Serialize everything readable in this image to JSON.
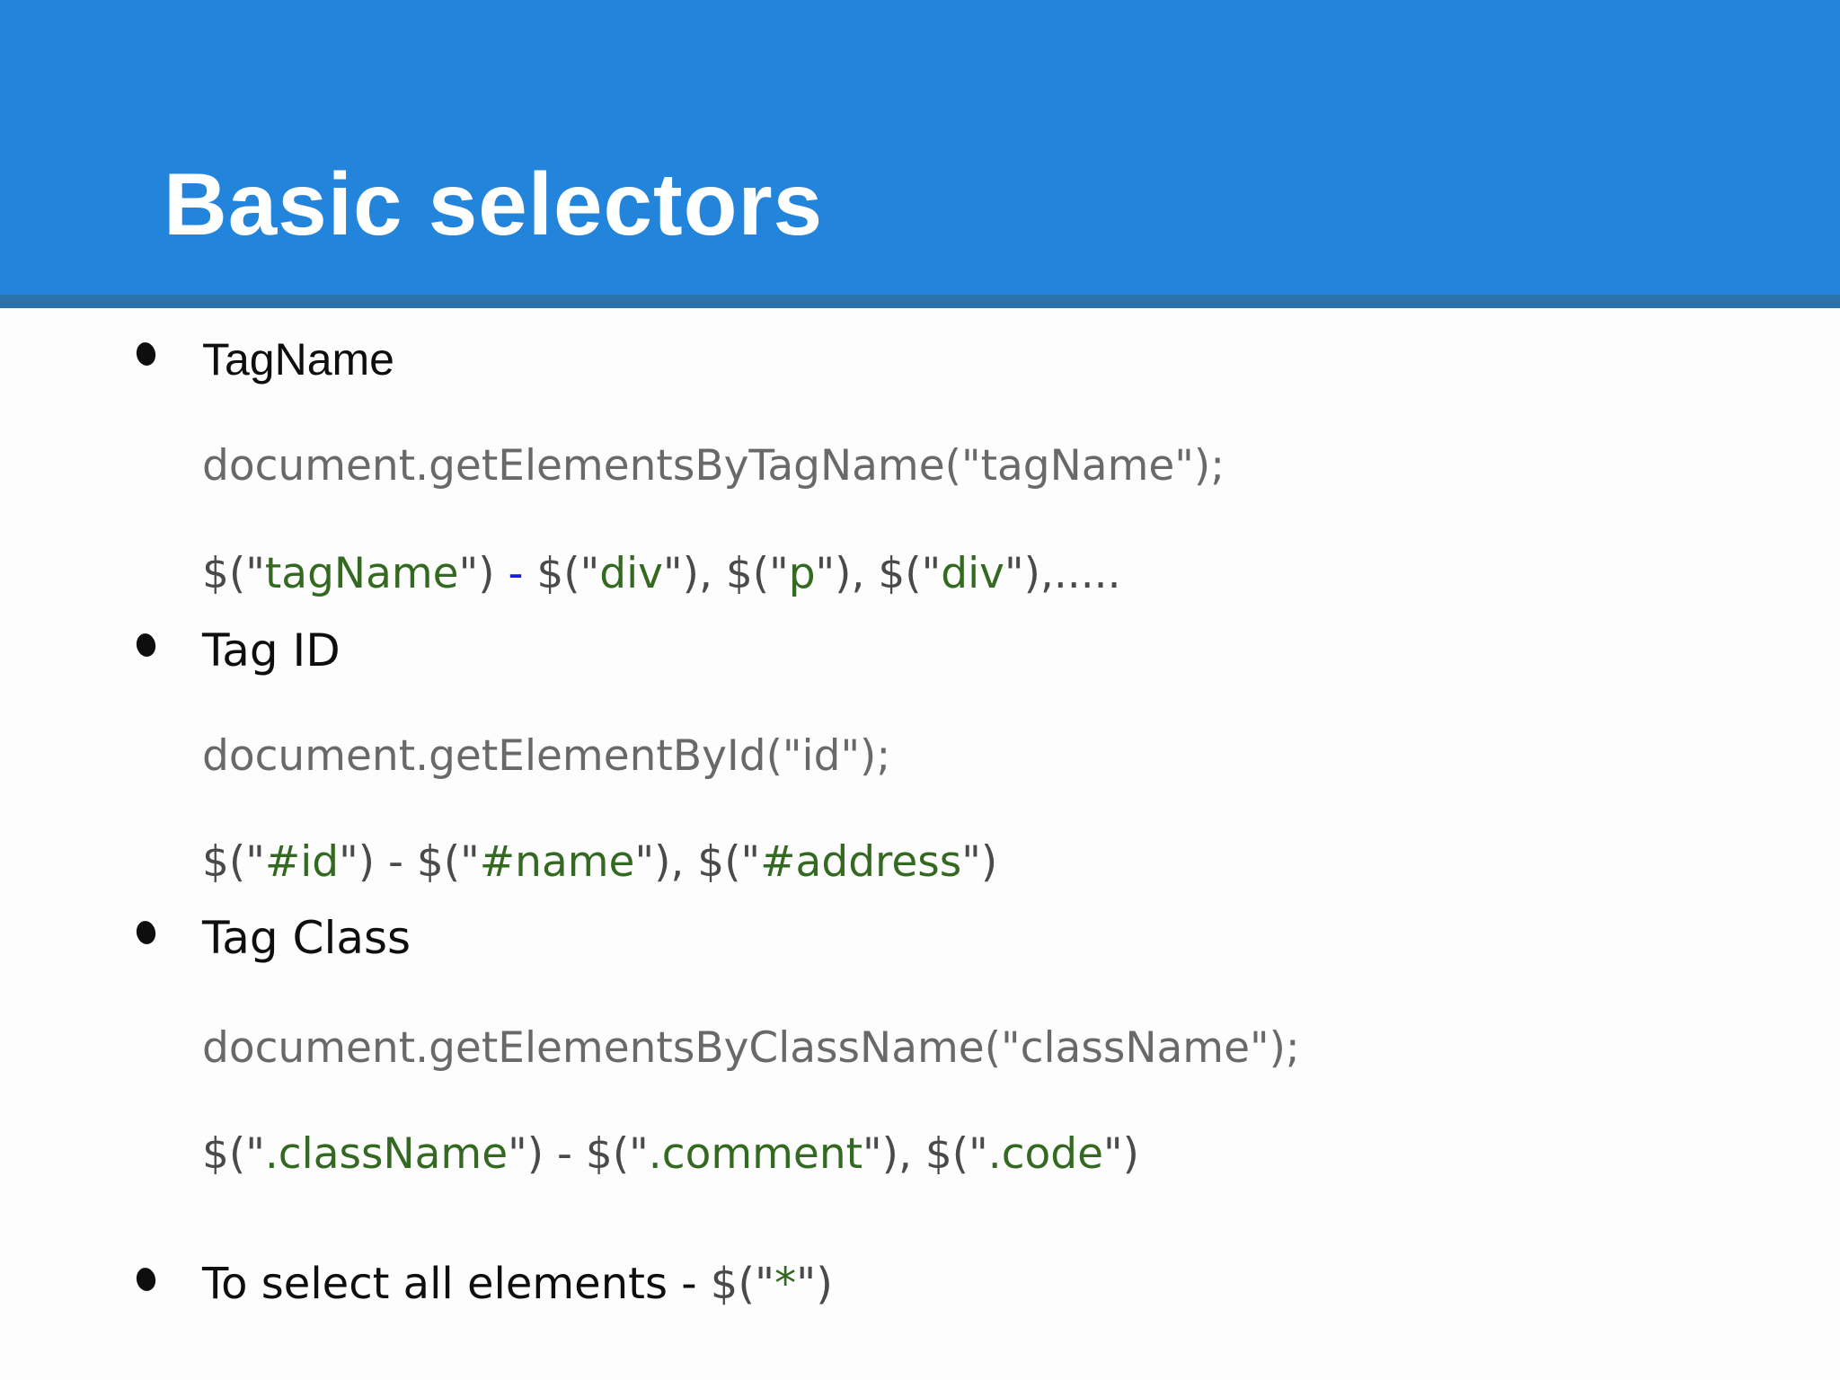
{
  "header": {
    "title": "Basic selectors"
  },
  "colors": {
    "banner": "#2285DB",
    "banner_strip": "#2B71AC",
    "title": "#FFFFFF",
    "background": "#FDFDFD",
    "black": "#0E0E0E",
    "code_gray": "#696969",
    "jq_gray": "#4A4A4A",
    "green": "#346921",
    "blue": "#1A1AEE"
  },
  "bullets": [
    {
      "label": "TagName",
      "dom_code": "document.getElementsByTagName(\"tagName\");",
      "jquery_code": [
        {
          "t": "$(\"",
          "c": "gray"
        },
        {
          "t": "tagName",
          "c": "green"
        },
        {
          "t": "\") ",
          "c": "gray"
        },
        {
          "t": "-",
          "c": "blue"
        },
        {
          "t": " $(\"",
          "c": "gray"
        },
        {
          "t": "div",
          "c": "green"
        },
        {
          "t": "\"), $(\"",
          "c": "gray"
        },
        {
          "t": "p",
          "c": "green"
        },
        {
          "t": "\"), $(\"",
          "c": "gray"
        },
        {
          "t": "div",
          "c": "green"
        },
        {
          "t": "\"),.....",
          "c": "gray"
        }
      ]
    },
    {
      "label": "Tag ID",
      "dom_code": "document.getElementById(\"id\");",
      "jquery_code": [
        {
          "t": "$(\"",
          "c": "gray"
        },
        {
          "t": "#id",
          "c": "green"
        },
        {
          "t": "\") - $(\"",
          "c": "gray"
        },
        {
          "t": "#name",
          "c": "green"
        },
        {
          "t": "\"), $(\"",
          "c": "gray"
        },
        {
          "t": "#address",
          "c": "green"
        },
        {
          "t": "\")",
          "c": "gray"
        }
      ]
    },
    {
      "label": "Tag Class",
      "dom_code": "document.getElementsByClassName(\"className\");",
      "jquery_code": [
        {
          "t": "$(\"",
          "c": "gray"
        },
        {
          "t": ".className",
          "c": "green"
        },
        {
          "t": "\") - $(\"",
          "c": "gray"
        },
        {
          "t": ".comment",
          "c": "green"
        },
        {
          "t": "\"), $(\"",
          "c": "gray"
        },
        {
          "t": ".code",
          "c": "green"
        },
        {
          "t": "\")",
          "c": "gray"
        }
      ]
    }
  ],
  "footer_bullet": {
    "segments": [
      {
        "t": "To select all elements - ",
        "c": "black"
      },
      {
        "t": "$(\"",
        "c": "gray"
      },
      {
        "t": "*",
        "c": "green"
      },
      {
        "t": "\")",
        "c": "gray"
      }
    ]
  }
}
